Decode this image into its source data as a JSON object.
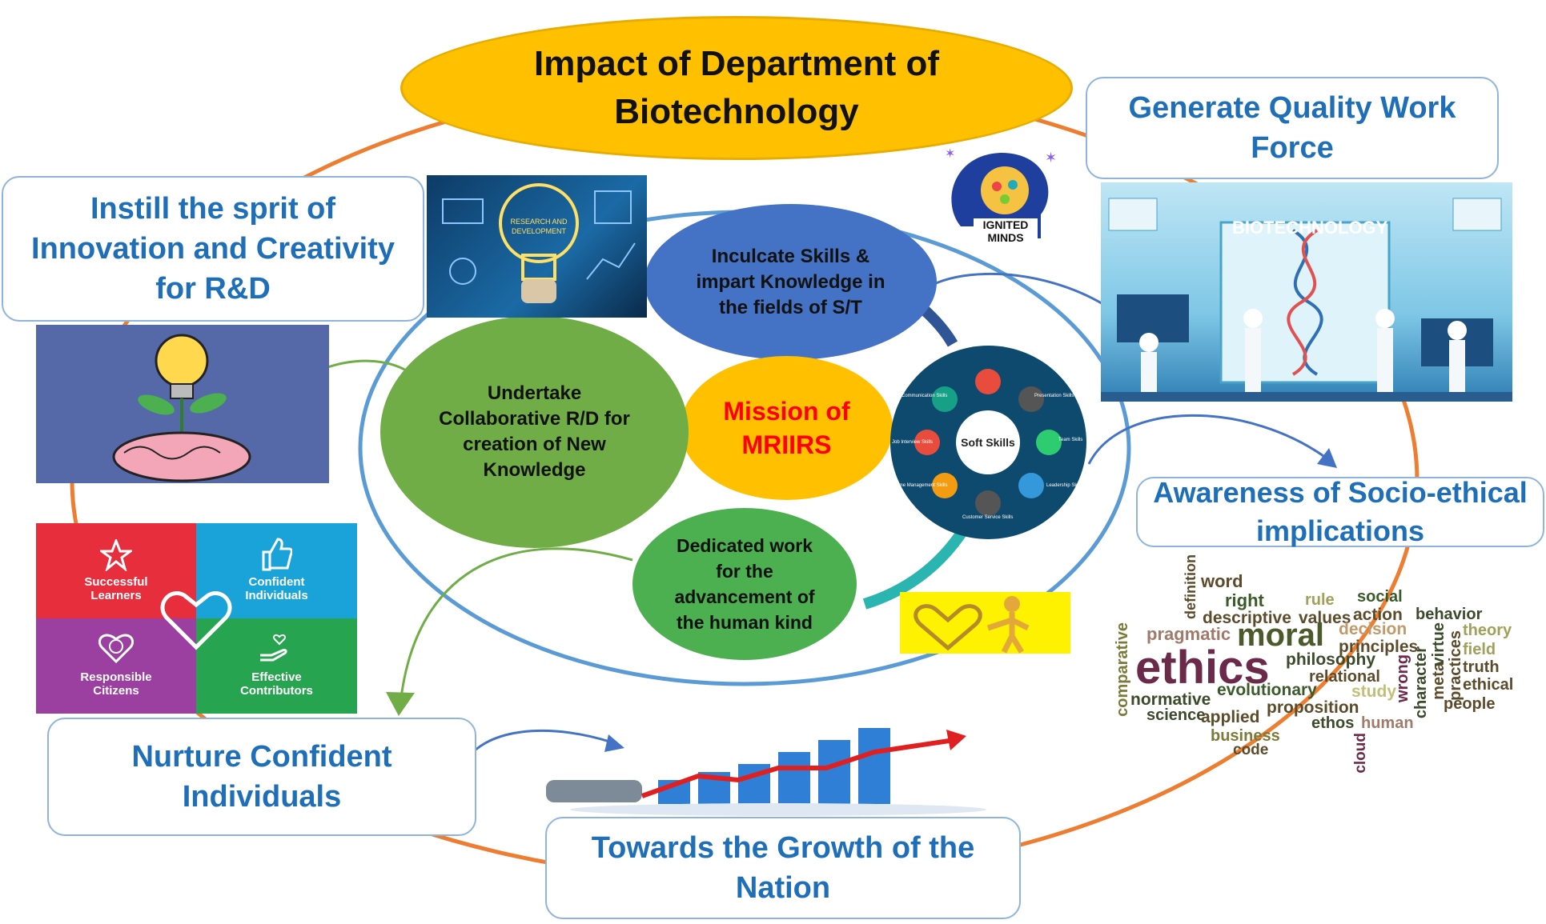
{
  "title": "Impact of Department of Biotechnology",
  "center": "Mission of MRIIRS",
  "missions": {
    "skills": "Inculcate Skills & impart Knowledge in the fields of S/T",
    "research": "Undertake Collaborative R/D for creation of New Knowledge",
    "humankind": "Dedicated work for the advancement of the human kind"
  },
  "impacts": {
    "innovation": "Instill the sprit of Innovation and Creativity for R&D",
    "workforce": "Generate Quality Work Force",
    "socio_ethical": "Awareness of Socio-ethical implications",
    "confident": "Nurture Confident Individuals",
    "growth": "Towards the Growth of the Nation"
  },
  "images": {
    "rd_bulb_text": "RESEARCH AND DEVELOPMENT",
    "ignited_minds": "IGNITED MINDS",
    "biotech_lab": "BIOTECHNOLOGY",
    "soft_skills_center": "Soft Skills",
    "soft_skills_items": [
      "Communication Skills",
      "Presentation Skills",
      "Team Skills",
      "Leadership Skills",
      "Customer Service Skills",
      "Time Management Skills",
      "Job Interview Skills"
    ],
    "capacities": [
      "Successful Learners",
      "Confident Individuals",
      "Responsible Citizens",
      "Effective Contributors"
    ]
  },
  "word_cloud": [
    "word",
    "right",
    "rule",
    "social",
    "definition",
    "descriptive",
    "values",
    "action",
    "behavior",
    "pragmatic",
    "moral",
    "decision",
    "theory",
    "principles",
    "comparative",
    "ethics",
    "philosophy",
    "field",
    "relational",
    "truth",
    "wrong",
    "character",
    "meta",
    "virtue",
    "practices",
    "ethical",
    "normative",
    "evolutionary",
    "study",
    "science",
    "proposition",
    "people",
    "applied",
    "ethos",
    "human",
    "business",
    "code",
    "cloud"
  ],
  "colors": {
    "title_ellipse": "#ffc000",
    "center_circle": "#ffc000",
    "mission_red": "#ff0000",
    "skills_circle": "#4472c4",
    "green_circle": "#70ad47",
    "box_text": "#1f6fb8",
    "orange_ring": "#ed7d31",
    "blue_ring": "#5b9bd5",
    "teal_ring": "#2bb5b0"
  }
}
